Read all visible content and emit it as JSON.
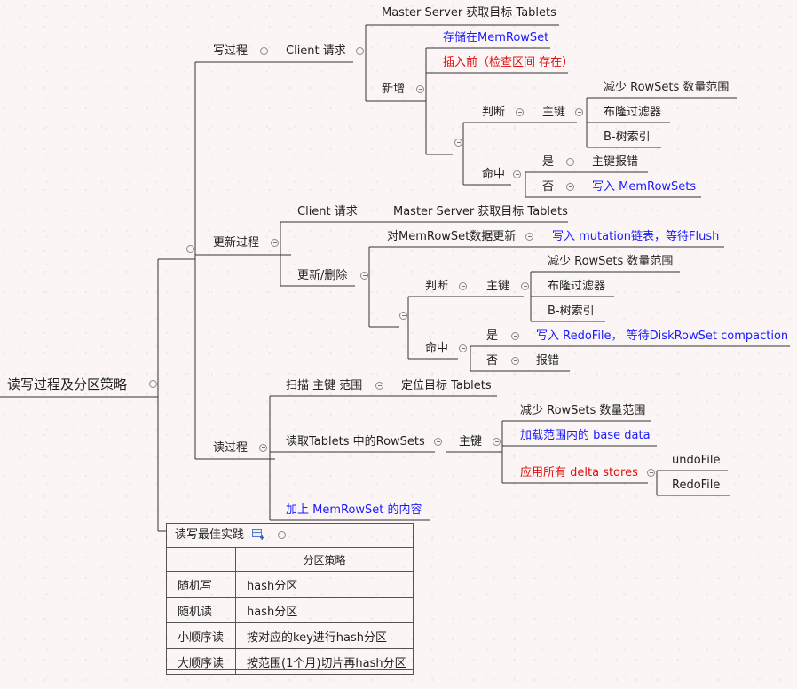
{
  "root": {
    "label": "读写过程及分区策略"
  },
  "write": {
    "label": "写过程",
    "client": "Client 请求",
    "master": "Master Server 获取目标 Tablets",
    "add": {
      "label": "新增",
      "store": "存储在MemRowSet",
      "before_insert": "插入前（检查区间 存在）",
      "judge": "判断",
      "pk": "主键",
      "pk_items": [
        "减少 RowSets 数量范围",
        "布隆过滤器",
        "B-树索引"
      ],
      "hit": "命中",
      "yes": "是",
      "yes_result": "主键报错",
      "no": "否",
      "no_result": "写入 MemRowSets"
    }
  },
  "update": {
    "label": "更新过程",
    "client": "Client 请求",
    "master": "Master Server 获取目标 Tablets",
    "upd_del": "更新/删除",
    "memrowset_update": "对MemRowSet数据更新",
    "mutation": "写入 mutation链表，等待Flush",
    "judge": "判断",
    "pk": "主键",
    "pk_items": [
      "减少 RowSets 数量范围",
      "布隆过滤器",
      "B-树索引"
    ],
    "hit": "命中",
    "yes": "是",
    "yes_result": "写入 RedoFile， 等待DiskRowSet compaction",
    "no": "否",
    "no_result": "报错"
  },
  "read": {
    "label": "读过程",
    "scan": "扫描 主键 范围",
    "locate": "定位目标 Tablets",
    "read_rowsets": "读取Tablets 中的RowSets",
    "pk": "主键",
    "reduce": "减少 RowSets 数量范围",
    "load_base": "加载范围内的 base data",
    "apply_delta": "应用所有 delta stores",
    "undo": "undoFile",
    "redo": "RedoFile",
    "add_mem": "加上 MemRowSet 的内容"
  },
  "best": {
    "label": "读写最佳实践",
    "header": "分区策略",
    "rows": [
      {
        "k": "随机写",
        "v": "hash分区"
      },
      {
        "k": "随机读",
        "v": "hash分区"
      },
      {
        "k": "小顺序读",
        "v": "按对应的key进行hash分区"
      },
      {
        "k": "大顺序读",
        "v": "按范围(1个月)切片再hash分区"
      }
    ]
  },
  "colors": {
    "line": "#333333",
    "blue_text": "#1a1aff",
    "red_text": "#e01010",
    "background": "#fbf6f5"
  }
}
